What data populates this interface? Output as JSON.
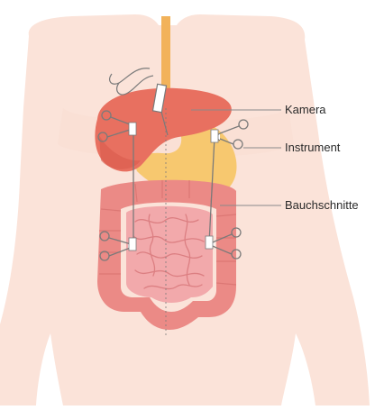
{
  "labels": {
    "camera": "Kamera",
    "instrument": "Instrument",
    "incisions": "Bauchschnitte"
  },
  "colors": {
    "skin": "#fbe3d9",
    "skin_outline": "#f6d3c6",
    "esophagus": "#f2b25a",
    "liver": "#e87060",
    "liver_dark": "#d85a4c",
    "stomach": "#f7c86f",
    "colon": "#eb8a86",
    "colon_dark": "#d97370",
    "small_intestine": "#f2a9ab",
    "small_intestine_line": "#dc7f82",
    "instrument": "#7a7a7a",
    "leader_line": "#8a8a8a",
    "label_text": "#2a2a2a"
  },
  "icons": {
    "camera": "laparoscope-camera-icon",
    "instrument": "surgical-scissors-icon",
    "incision": "incision-mark-icon"
  }
}
